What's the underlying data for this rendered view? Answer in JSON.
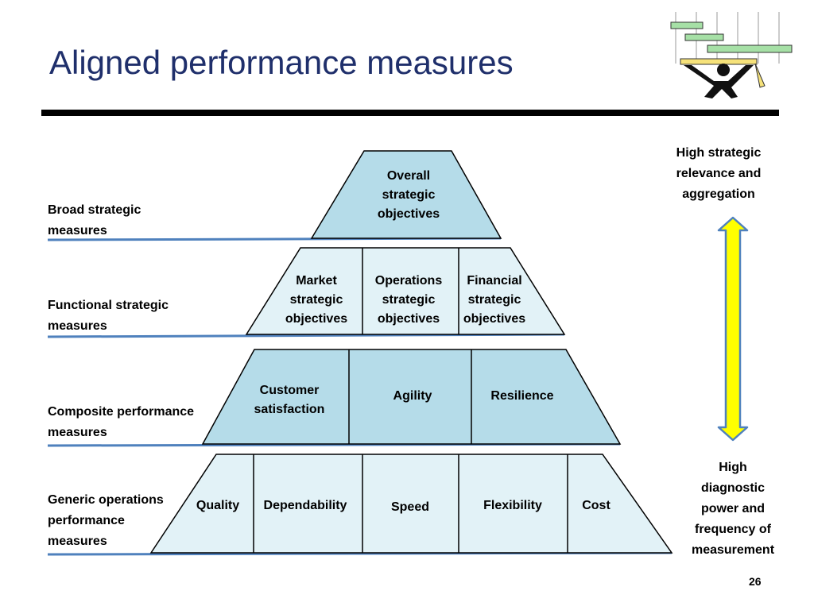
{
  "title": "Aligned performance measures",
  "page_number": "26",
  "logo_icon": "person-lifting-gantt-bars-icon",
  "colors": {
    "title": "#1f2f6b",
    "dark_fill": "#b5dce9",
    "light_fill": "#e2f2f7",
    "row_line": "#4f81bd",
    "arrow_fill": "#ffff00",
    "arrow_stroke": "#4f81bd"
  },
  "levels": [
    {
      "label": "Broad strategic\nmeasures",
      "cells": [
        "Overall\nstrategic\nobjectives"
      ]
    },
    {
      "label": "Functional strategic\nmeasures",
      "cells": [
        "Market\nstrategic\nobjectives",
        "Operations\nstrategic\nobjectives",
        "Financial\nstrategic\nobjectives"
      ]
    },
    {
      "label": "Composite performance\nmeasures",
      "cells": [
        "Customer\nsatisfaction",
        "Agility",
        "Resilience"
      ]
    },
    {
      "label": "Generic operations\nperformance\nmeasures",
      "cells": [
        "Quality",
        "Dependability",
        "Speed",
        "Flexibility",
        "Cost"
      ]
    }
  ],
  "arrow": {
    "top_label": "High strategic\nrelevance and\naggregation",
    "bottom_label": "High\ndiagnostic\npower and\nfrequency of\nmeasurement"
  }
}
